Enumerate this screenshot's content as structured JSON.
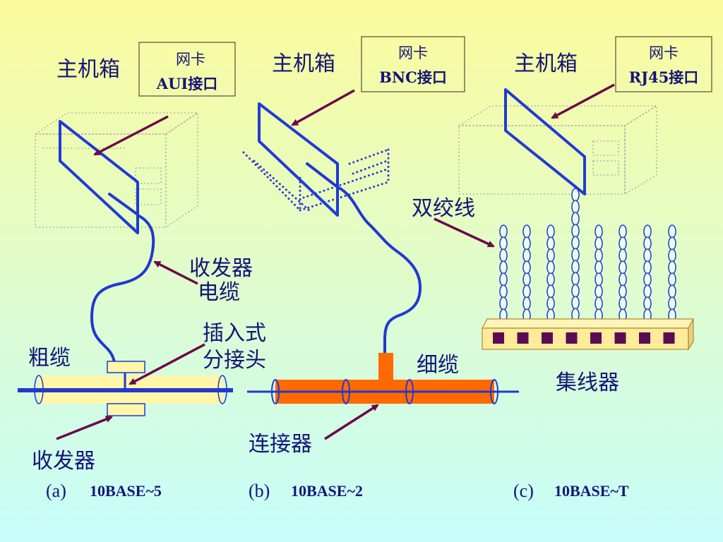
{
  "panels": {
    "a": {
      "host_label": "主机箱",
      "nic_title": "网卡",
      "nic_port": "AUI接口",
      "caption_letter": "(a)",
      "caption_standard": "10BASE~5"
    },
    "b": {
      "host_label": "主机箱",
      "nic_title": "网卡",
      "nic_port": "BNC接口",
      "caption_letter": "(b)",
      "caption_standard": "10BASE~2"
    },
    "c": {
      "host_label": "主机箱",
      "nic_title": "网卡",
      "nic_port": "RJ45接口",
      "caption_letter": "(c)",
      "caption_standard": "10BASE~T"
    }
  },
  "labels": {
    "transceiver_cable": [
      "收发器",
      "电缆"
    ],
    "tap": [
      "插入式",
      "分接头"
    ],
    "thick_cable": "粗缆",
    "transceiver": "收发器",
    "thin_cable": "细缆",
    "connector": "连接器",
    "twisted_pair": "双绞线",
    "hub": "集线器"
  },
  "colors": {
    "background_top": "#fbfb9c",
    "background_bottom": "#c6fdfa",
    "card_outline": "#1f3bd6",
    "cable": "#2238d0",
    "arrow": "#6b0a4a",
    "thin_cable": "#ff6a00",
    "thick_cable_body": "#fff6a8",
    "hub_body": "#ffeb9a",
    "hub_port": "#5b0a55"
  }
}
